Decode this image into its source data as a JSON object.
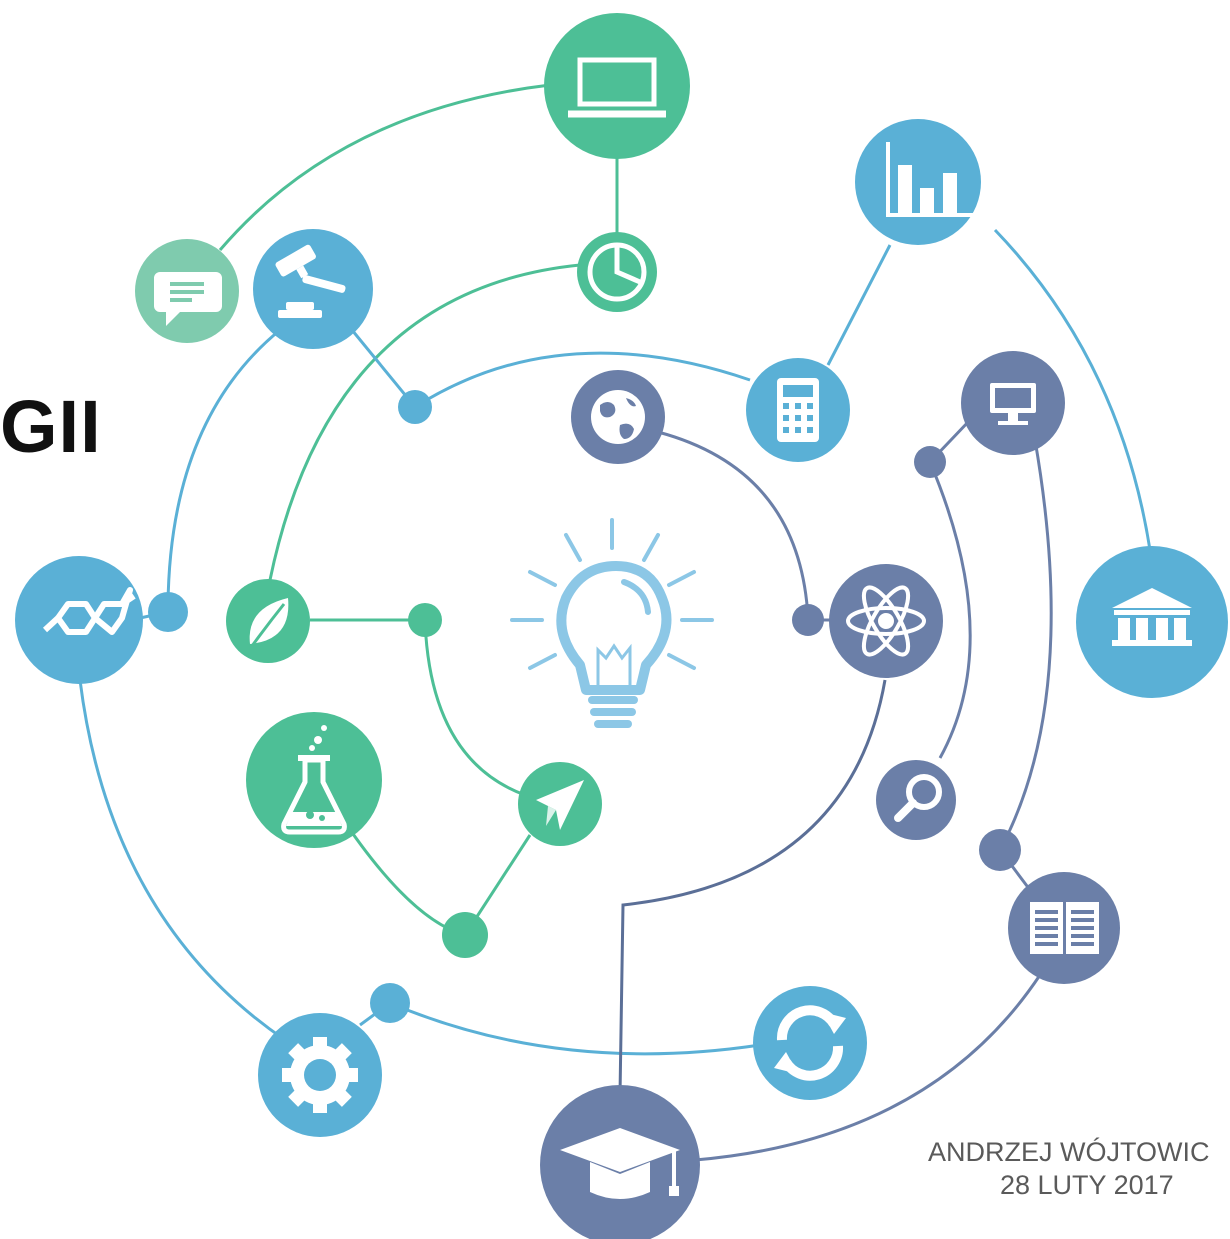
{
  "title_fragment": "GII",
  "author": "ANDRZEJ WÓJTOWIC",
  "date": "28 LUTY 2017",
  "colors": {
    "green": "#4dbf96",
    "blue": "#5ab0d6",
    "navy": "#6b7fa8",
    "bulb": "#8cc7e6"
  },
  "nodes": [
    {
      "id": "laptop",
      "icon": "laptop-icon"
    },
    {
      "id": "chart",
      "icon": "bar-chart-icon"
    },
    {
      "id": "chat",
      "icon": "speech-bubble-icon"
    },
    {
      "id": "gavel",
      "icon": "gavel-icon"
    },
    {
      "id": "clock",
      "icon": "pie-clock-icon"
    },
    {
      "id": "calculator",
      "icon": "calculator-icon"
    },
    {
      "id": "globe",
      "icon": "globe-icon"
    },
    {
      "id": "monitor",
      "icon": "monitor-icon"
    },
    {
      "id": "bank",
      "icon": "bank-icon"
    },
    {
      "id": "molecule",
      "icon": "molecule-icon"
    },
    {
      "id": "leaf",
      "icon": "leaf-icon"
    },
    {
      "id": "atom",
      "icon": "atom-icon"
    },
    {
      "id": "flask",
      "icon": "flask-icon"
    },
    {
      "id": "paper-plane",
      "icon": "paper-plane-icon"
    },
    {
      "id": "search",
      "icon": "magnifier-icon"
    },
    {
      "id": "book",
      "icon": "book-icon"
    },
    {
      "id": "refresh",
      "icon": "refresh-icon"
    },
    {
      "id": "gear",
      "icon": "gear-icon"
    },
    {
      "id": "graduation",
      "icon": "graduation-cap-icon"
    },
    {
      "id": "center",
      "icon": "lightbulb-icon"
    }
  ]
}
